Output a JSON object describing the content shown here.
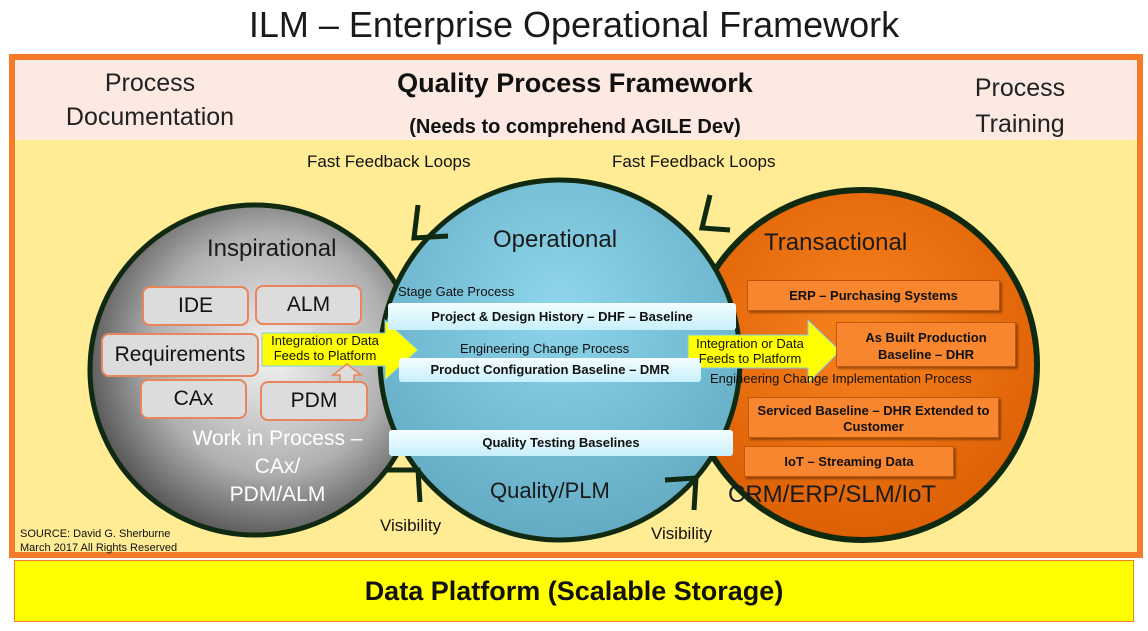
{
  "title": "ILM – Enterprise Operational Framework",
  "top_band": {
    "left": "Process Documentation",
    "center_title": "Quality Process Framework",
    "center_sub": "(Needs to comprehend AGILE Dev)",
    "right": "Process Training"
  },
  "feedback": [
    "Fast Feedback Loops",
    "Fast Feedback Loops"
  ],
  "visibility": [
    "Visibility",
    "Visibility"
  ],
  "inspirational": {
    "title": "Inspirational",
    "boxes": [
      "IDE",
      "ALM",
      "Requirements",
      "CAx",
      "PDM"
    ],
    "footer": [
      "Work in Process –",
      "CAx/",
      "PDM/ALM"
    ]
  },
  "operational": {
    "title": "Operational",
    "stage_gate": "Stage Gate Process",
    "bar1": "Project & Design History – DHF – Baseline",
    "eng_change": "Engineering Change Process",
    "bar2": "Product Configuration Baseline – DMR",
    "bar3": "Quality Testing Baselines",
    "footer": "Quality/PLM"
  },
  "transactional": {
    "title": "Transactional",
    "boxes": [
      "ERP – Purchasing Systems",
      "As Built Production Baseline – DHR",
      "Serviced Baseline – DHR Extended to Customer",
      "IoT – Streaming Data"
    ],
    "eci": "Engineering Change Implementation Process",
    "footer": "CRM/ERP/SLM/IoT"
  },
  "arrow_label": "Integration or Data Feeds to Platform",
  "source": [
    "SOURCE:  David G. Sherburne",
    "March 2017 All Rights Reserved"
  ],
  "data_platform": "Data Platform (Scalable Storage)",
  "colors": {
    "orange": "#F47B2A",
    "yellow": "#FFFF00",
    "blue": "#7fcde5",
    "gray": "#888888"
  }
}
